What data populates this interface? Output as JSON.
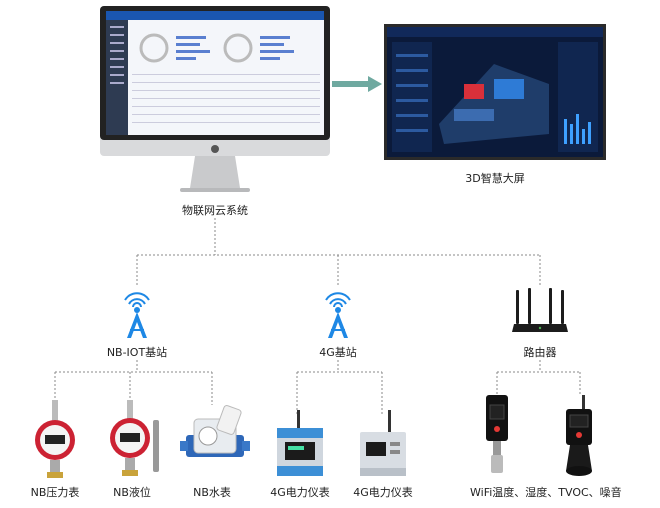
{
  "labels": {
    "cloud_system": "物联网云系统",
    "big_screen": "3D智慧大屏",
    "nb_iot_station": "NB-IOT基站",
    "g4_station": "4G基站",
    "router": "路由器",
    "nb_pressure": "NB压力表",
    "nb_level": "NB液位",
    "nb_water": "NB水表",
    "g4_meter_1": "4G电力仪表",
    "g4_meter_2": "4G电力仪表",
    "wifi_sensors": "WiFi温度、湿度、TVOC、噪音"
  },
  "icons": {
    "monitor": "imac-monitor-icon",
    "big_screen": "wall-display-icon",
    "arrow": "right-arrow-icon",
    "tower": "radio-tower-icon",
    "router": "wifi-router-icon"
  },
  "colors": {
    "tower_blue": "#1e88e5",
    "connector_gray": "#888888",
    "screen_dark": "#0b1a3a"
  }
}
